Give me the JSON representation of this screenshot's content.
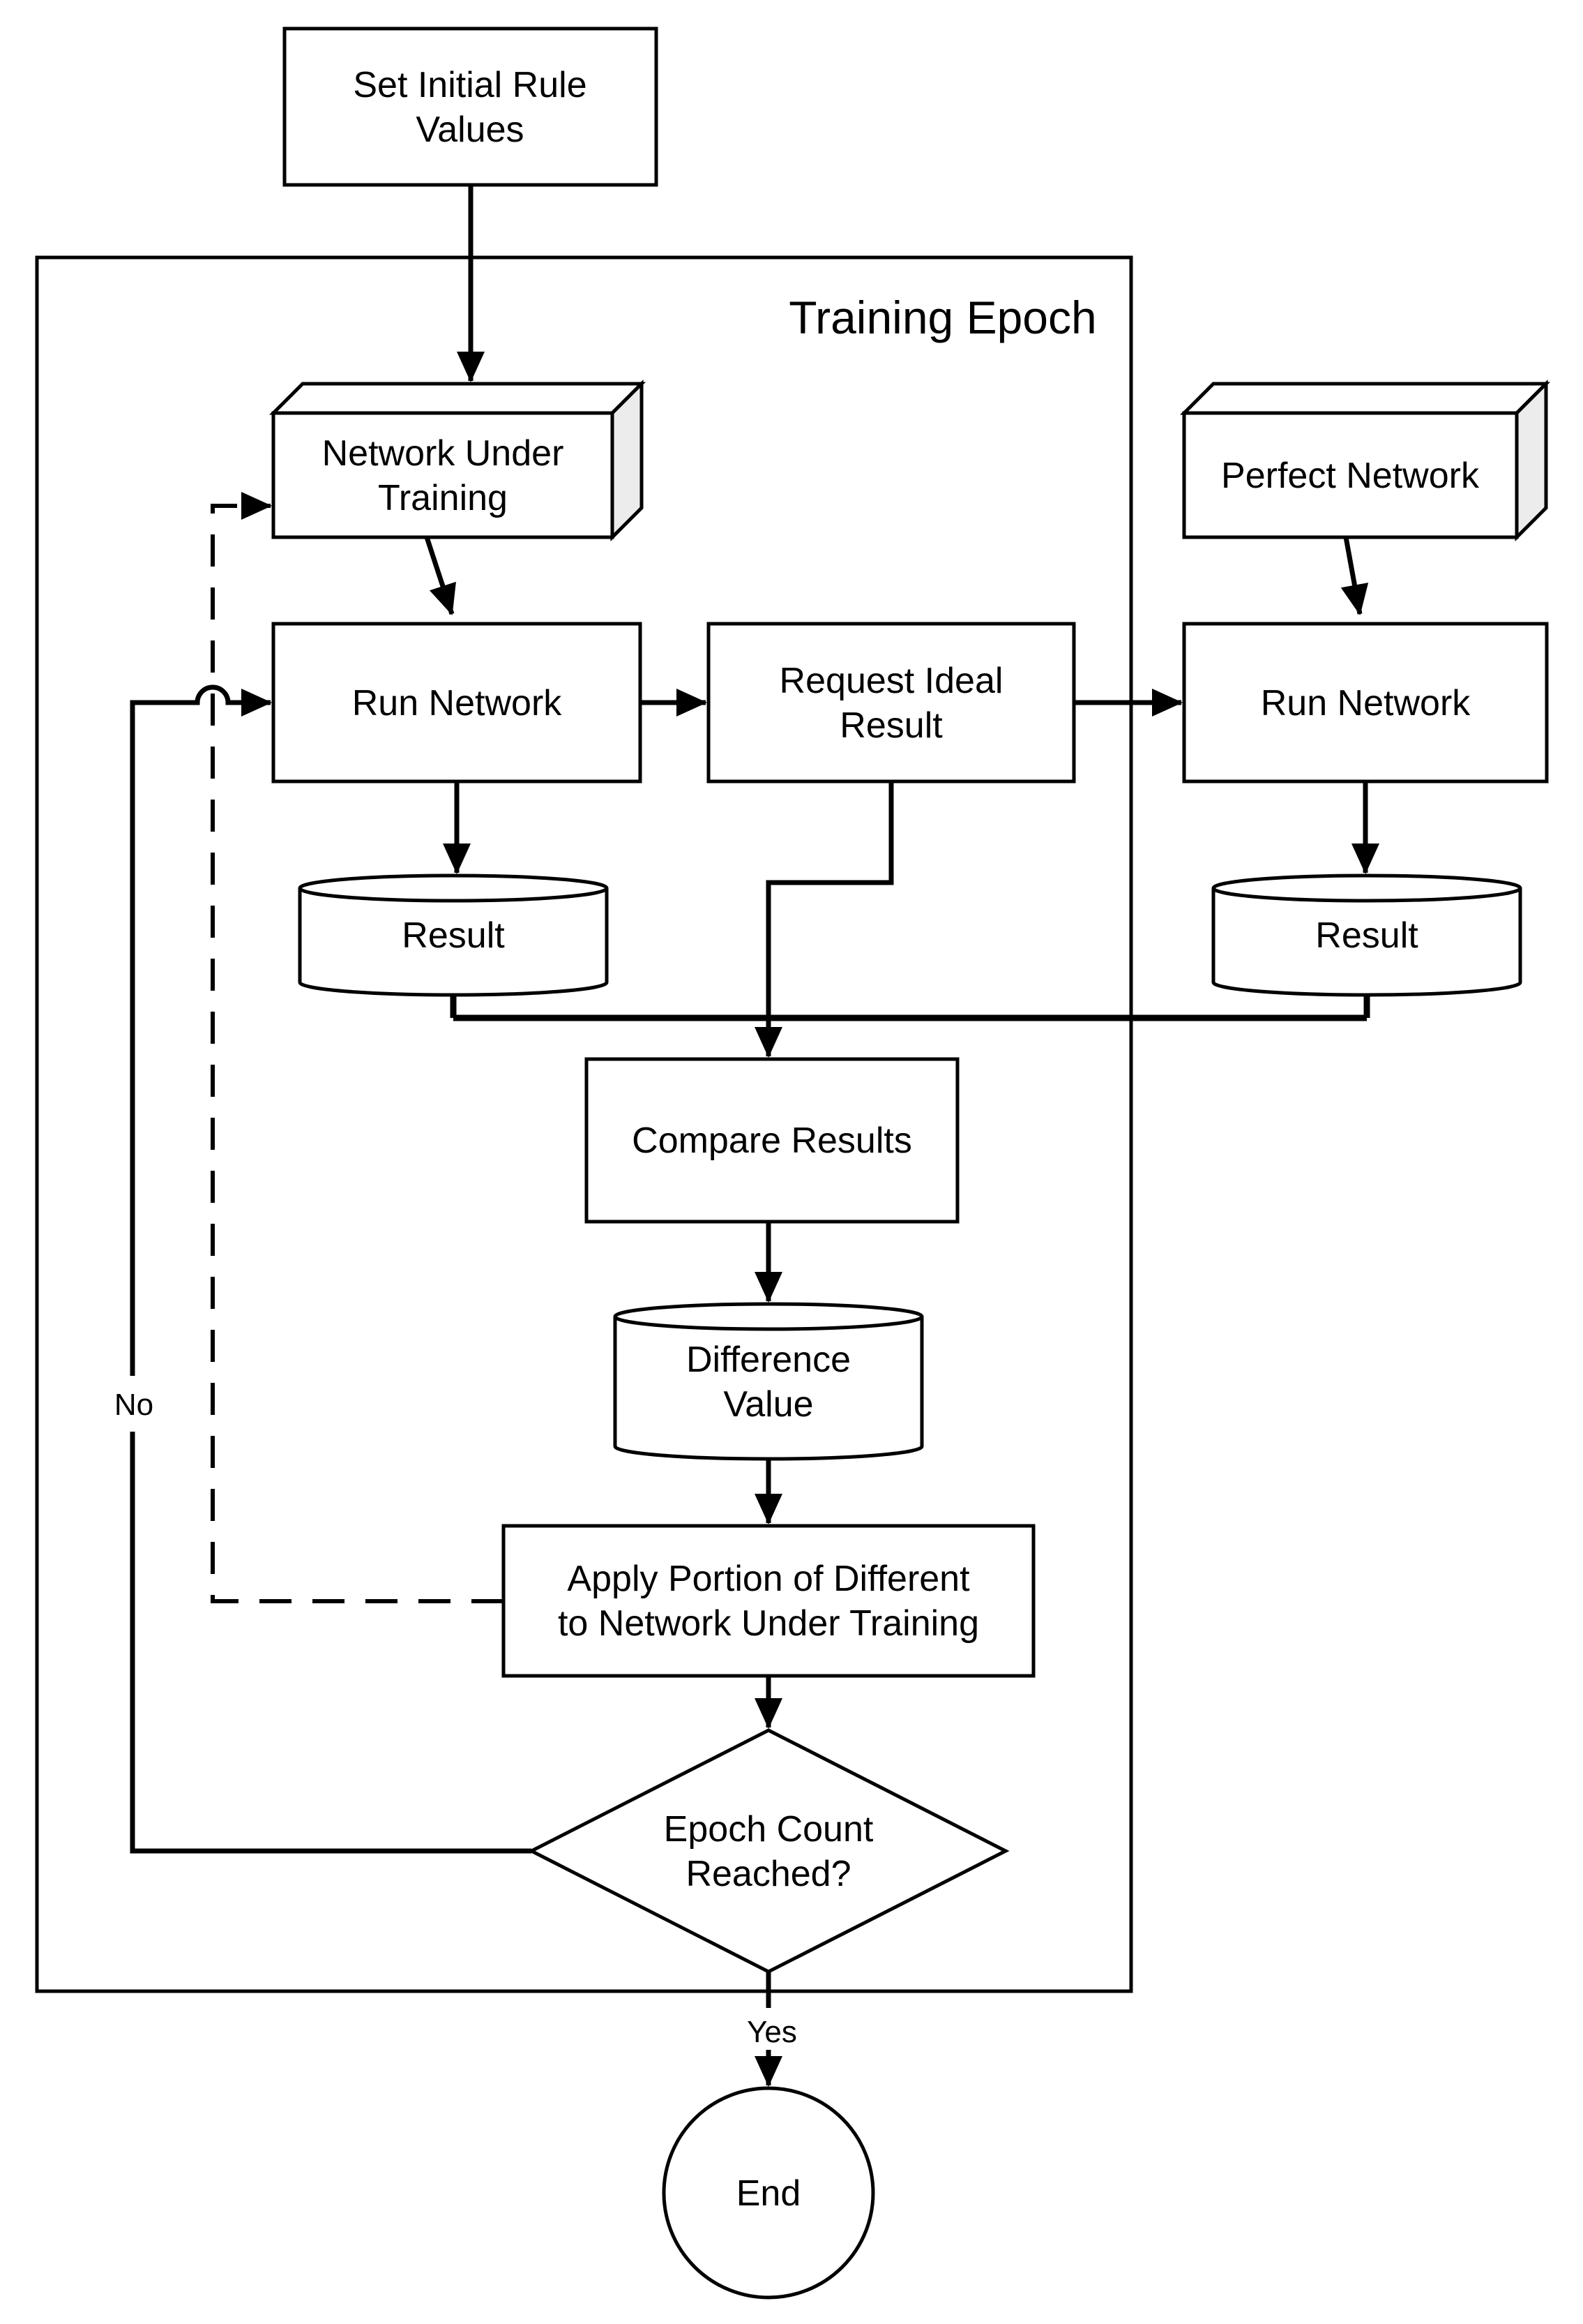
{
  "page": {
    "background": "#ffffff",
    "line_color": "#000000",
    "box_3d_side_color": "#ececec",
    "title": "Neural network training flowchart"
  },
  "container": {
    "label": "Training Epoch"
  },
  "nodes": {
    "set_initial": {
      "type": "process",
      "lines": [
        "Set Initial Rule",
        "Values"
      ]
    },
    "network_under_training": {
      "type": "3d-box",
      "lines": [
        "Network Under",
        "Training"
      ]
    },
    "perfect_network": {
      "type": "3d-box",
      "lines": [
        "Perfect Network"
      ]
    },
    "run_network_left": {
      "type": "process",
      "lines": [
        "Run Network"
      ]
    },
    "request_ideal_result": {
      "type": "process",
      "lines": [
        "Request Ideal",
        "Result"
      ]
    },
    "run_network_right": {
      "type": "process",
      "lines": [
        "Run Network"
      ]
    },
    "result_left": {
      "type": "cylinder",
      "lines": [
        "Result"
      ]
    },
    "result_right": {
      "type": "cylinder",
      "lines": [
        "Result"
      ]
    },
    "compare_results": {
      "type": "process",
      "lines": [
        "Compare Results"
      ]
    },
    "difference_value": {
      "type": "cylinder",
      "lines": [
        "Difference",
        "Value"
      ]
    },
    "apply_portion": {
      "type": "process",
      "lines": [
        "Apply Portion of Different",
        "to Network Under Training"
      ]
    },
    "epoch_count": {
      "type": "decision",
      "lines": [
        "Epoch Count",
        "Reached?"
      ]
    },
    "end": {
      "type": "terminator",
      "lines": [
        "End"
      ]
    }
  },
  "edge_labels": {
    "no": "No",
    "yes": "Yes"
  }
}
